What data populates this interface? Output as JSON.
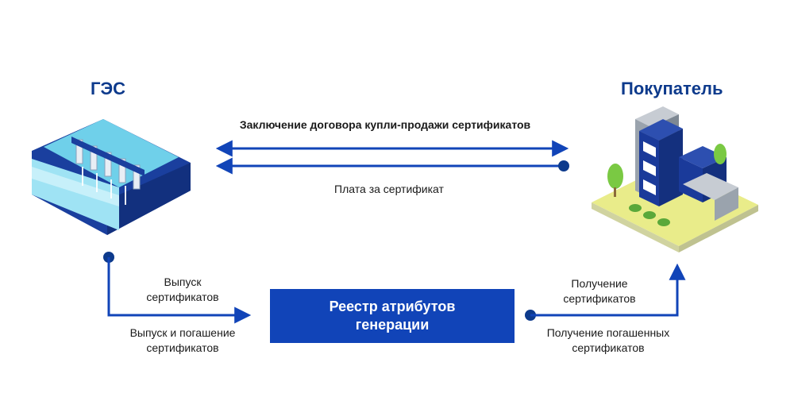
{
  "nodes": {
    "ges": {
      "title": "ГЭС"
    },
    "buyer": {
      "title": "Покупатель"
    },
    "registry": {
      "label_line1": "Реестр атрибутов",
      "label_line2": "генерации"
    }
  },
  "edges": {
    "contract": "Заключение договора купли-продажи сертификатов",
    "payment": "Плата за сертификат",
    "issue_line1": "Выпуск",
    "issue_line2": "сертификатов",
    "issue_redeem_line1": "Выпуск и погашение",
    "issue_redeem_line2": "сертификатов",
    "receive_line1": "Получение",
    "receive_line2": "сертификатов",
    "receive_redeemed_line1": "Получение погашенных",
    "receive_redeemed_line2": "сертификатов"
  },
  "colors": {
    "arrow": "#1144b8",
    "title": "#0d3a8c",
    "registry_bg": "#1144b8"
  },
  "icons": {
    "ges": "hydro-dam-icon",
    "buyer": "factory-icon"
  }
}
